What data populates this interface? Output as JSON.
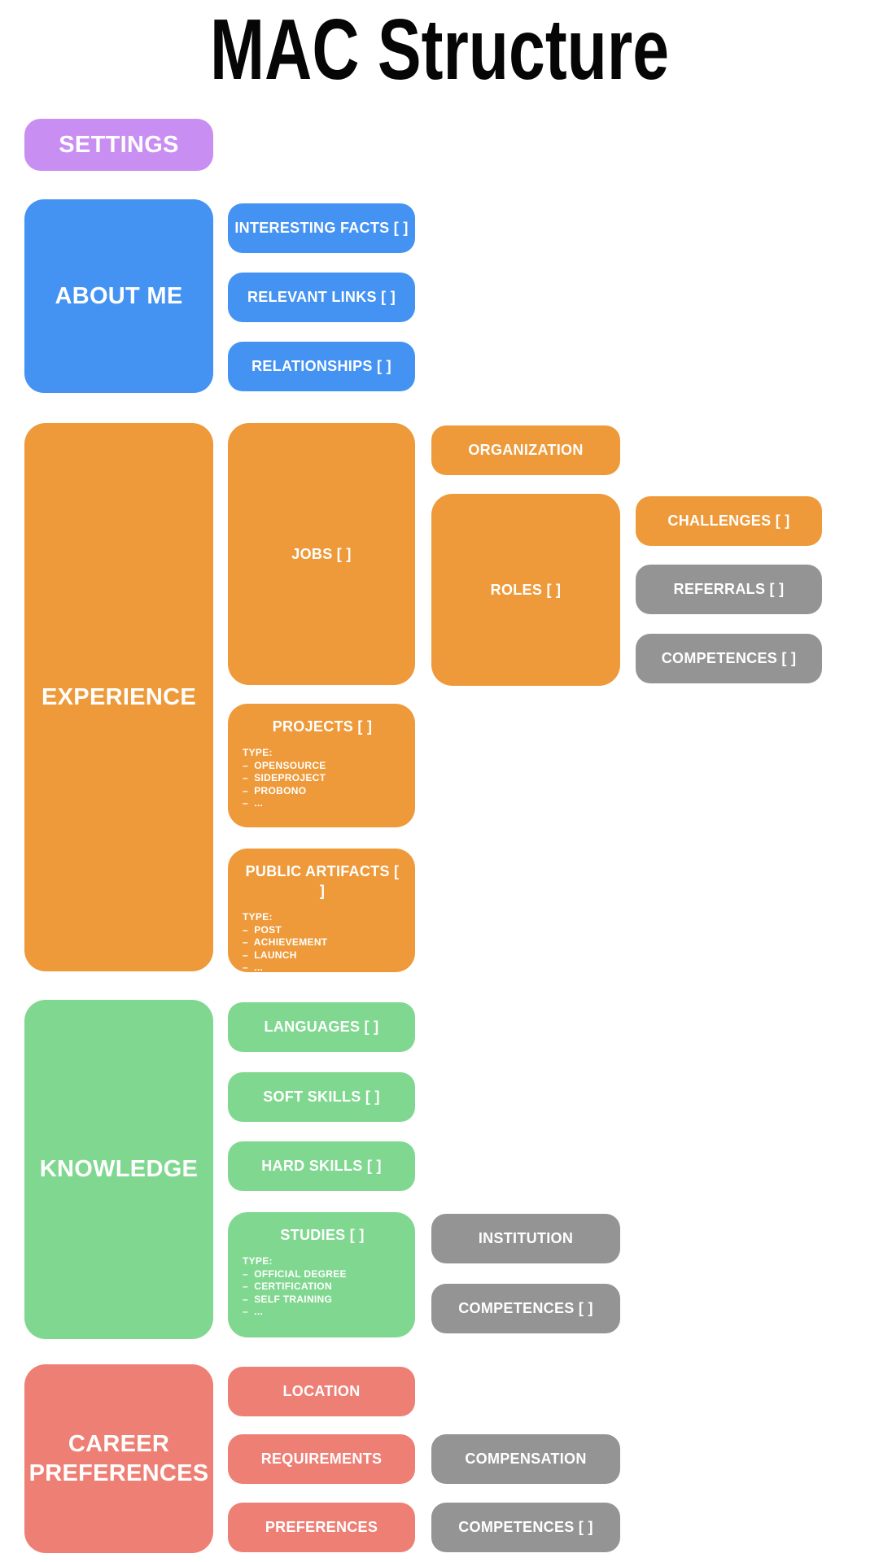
{
  "title": "MAC Structure",
  "colors": {
    "purple": "#c98ef2",
    "blue": "#4493f3",
    "orange": "#ee9a3a",
    "green": "#80d890",
    "salmon": "#ee7f75",
    "gray": "#949494"
  },
  "settings": {
    "label": "SETTINGS"
  },
  "about_me": {
    "label": "ABOUT ME",
    "children": {
      "interesting_facts": "INTERESTING FACTS [ ]",
      "relevant_links": "RELEVANT LINKS [ ]",
      "relationships": "RELATIONSHIPS [ ]"
    }
  },
  "experience": {
    "label": "EXPERIENCE",
    "jobs": {
      "label": "JOBS [ ]",
      "organization": "ORGANIZATION",
      "roles": {
        "label": "ROLES [ ]",
        "challenges": "CHALLENGES [ ]",
        "referrals": "REFERRALS [ ]",
        "competences": "COMPETENCES [ ]"
      }
    },
    "projects": {
      "label": "PROJECTS [ ]",
      "type_lines": [
        "TYPE:",
        "–  OPENSOURCE",
        "–  SIDEPROJECT",
        "–  PROBONO",
        "–  ..."
      ]
    },
    "public_artifacts": {
      "label": "PUBLIC ARTIFACTS [ ]",
      "type_lines": [
        "TYPE:",
        "–  POST",
        "–  ACHIEVEMENT",
        "–  LAUNCH",
        "–  ..."
      ]
    }
  },
  "knowledge": {
    "label": "KNOWLEDGE",
    "languages": "LANGUAGES [ ]",
    "soft_skills": "SOFT SKILLS [ ]",
    "hard_skills": "HARD SKILLS [ ]",
    "studies": {
      "label": "STUDIES [ ]",
      "type_lines": [
        "TYPE:",
        "–  OFFICIAL DEGREE",
        "–  CERTIFICATION",
        "–  SELF TRAINING",
        "–  ..."
      ],
      "institution": "INSTITUTION",
      "competences": "COMPETENCES [ ]"
    }
  },
  "career_preferences": {
    "label": "CAREER PREFERENCES",
    "location": "LOCATION",
    "requirements": {
      "label": "REQUIREMENTS",
      "compensation": "COMPENSATION"
    },
    "preferences": {
      "label": "PREFERENCES",
      "competences": "COMPETENCES [ ]"
    }
  }
}
